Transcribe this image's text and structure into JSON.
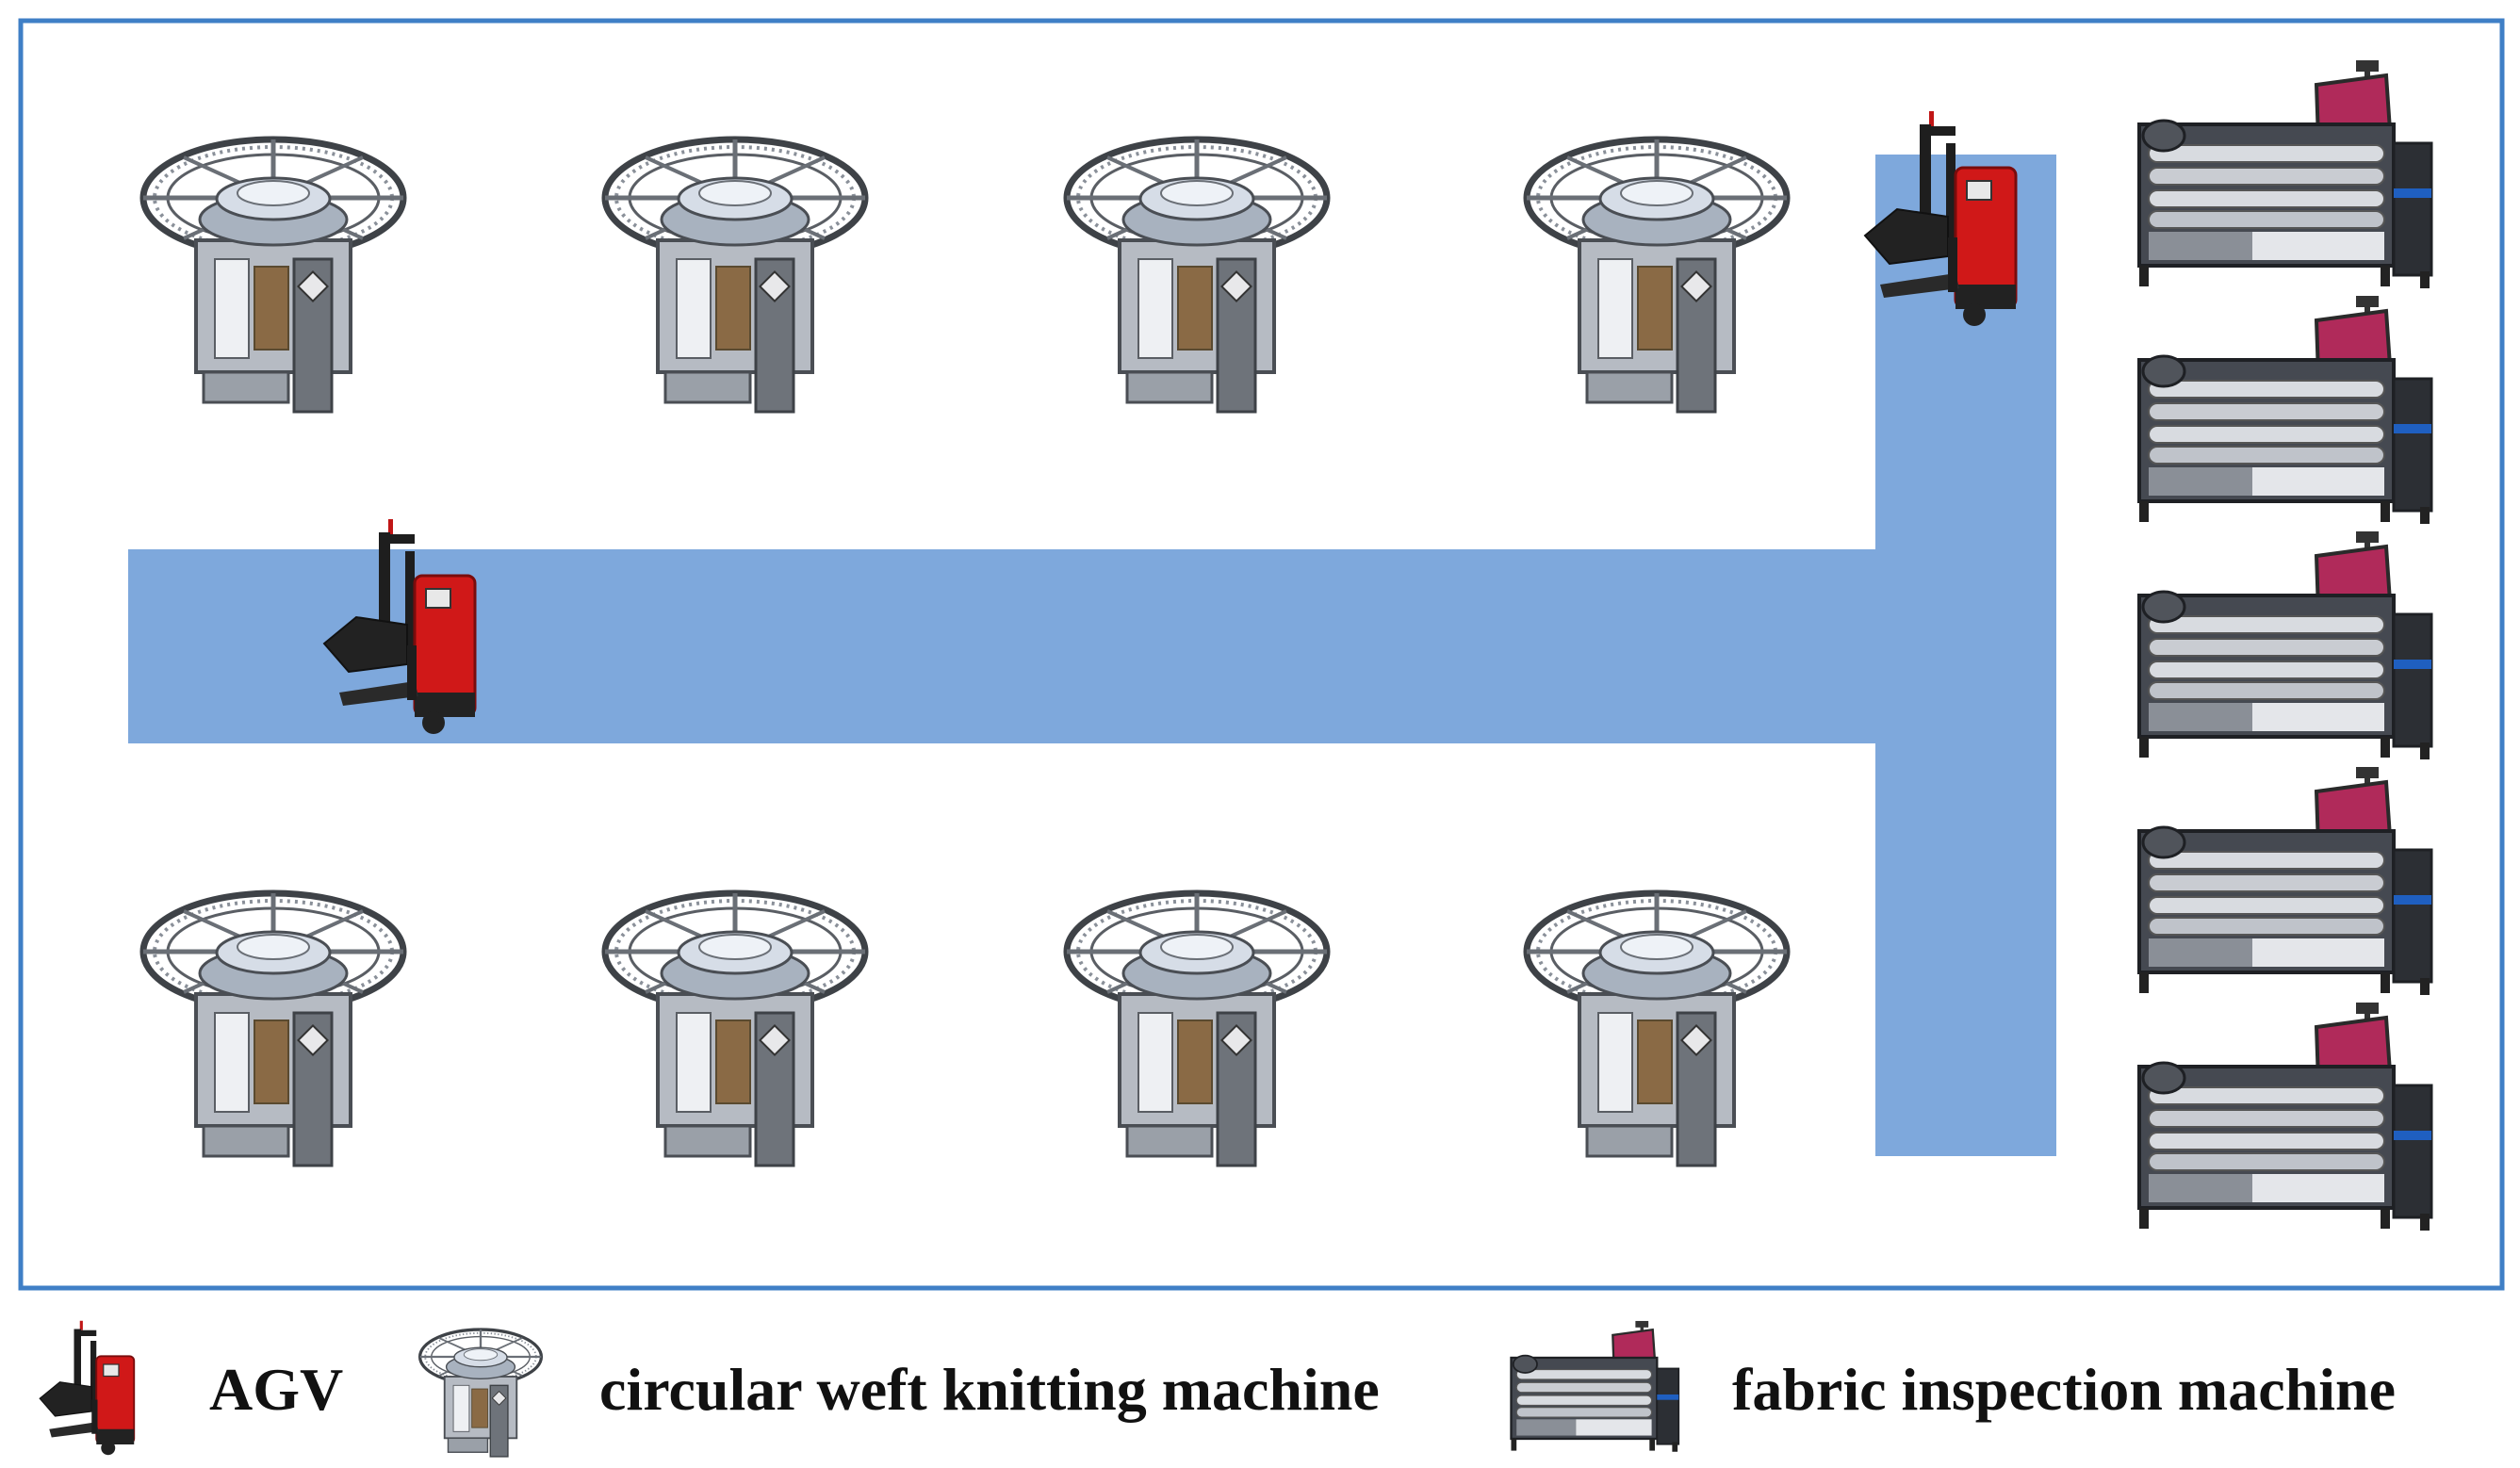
{
  "legend": {
    "agv_label": "AGV",
    "knitting_label": "circular weft knitting machine",
    "inspection_label": "fabric inspection machine"
  },
  "colors": {
    "border": "#3f7fc6",
    "path": "#7ea8dc",
    "agv_body": "#d01818",
    "agv_dark": "#1e1e1e",
    "machine_metal": "#8a9099",
    "machine_dark": "#3a3d42",
    "screen": "#b02a5a",
    "inspection_blue": "#1f5fc0"
  }
}
